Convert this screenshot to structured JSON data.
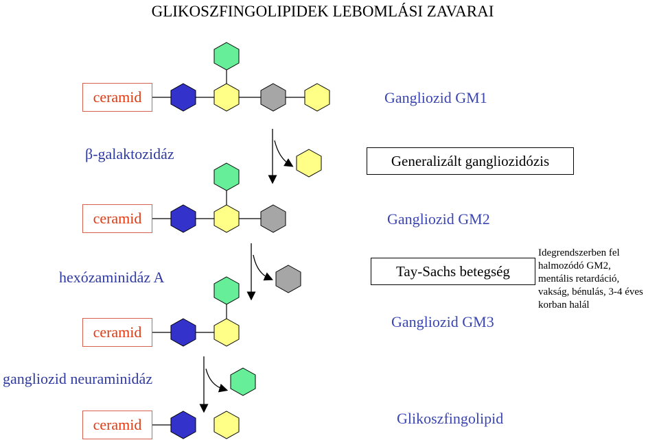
{
  "title": "GLIKOSZFINGOLIPIDEK LEBOMLÁSI ZAVARAI",
  "ceramid_label": "ceramid",
  "enzymes": {
    "beta_galaktozidaz": "β-galaktozidáz",
    "hexozaminidaz_a": "hexózaminidáz A",
    "neuraminidaz": "gangliozid neuraminidáz"
  },
  "products": {
    "gm1": "Gangliozid GM1",
    "gm2": "Gangliozid GM2",
    "gm3": "Gangliozid GM3",
    "glikoszfingolipid": "Glikoszfingolipid"
  },
  "diseases": {
    "generalized": "Generalizált gangliozidózis",
    "tay_sachs": "Tay-Sachs betegség"
  },
  "note_lines": [
    "Idegrendszerben fel",
    "halmozódó GM2,",
    "mentális retardáció,",
    "vakság, bénulás, 3-4 éves",
    "korban halál"
  ],
  "colors": {
    "blue": "#3333cc",
    "yellow": "#ffff88",
    "gray": "#a6a6a6",
    "green": "#66ee99",
    "ceramid_text": "#e03a12",
    "enzyme_text": "#2f3aa0"
  }
}
